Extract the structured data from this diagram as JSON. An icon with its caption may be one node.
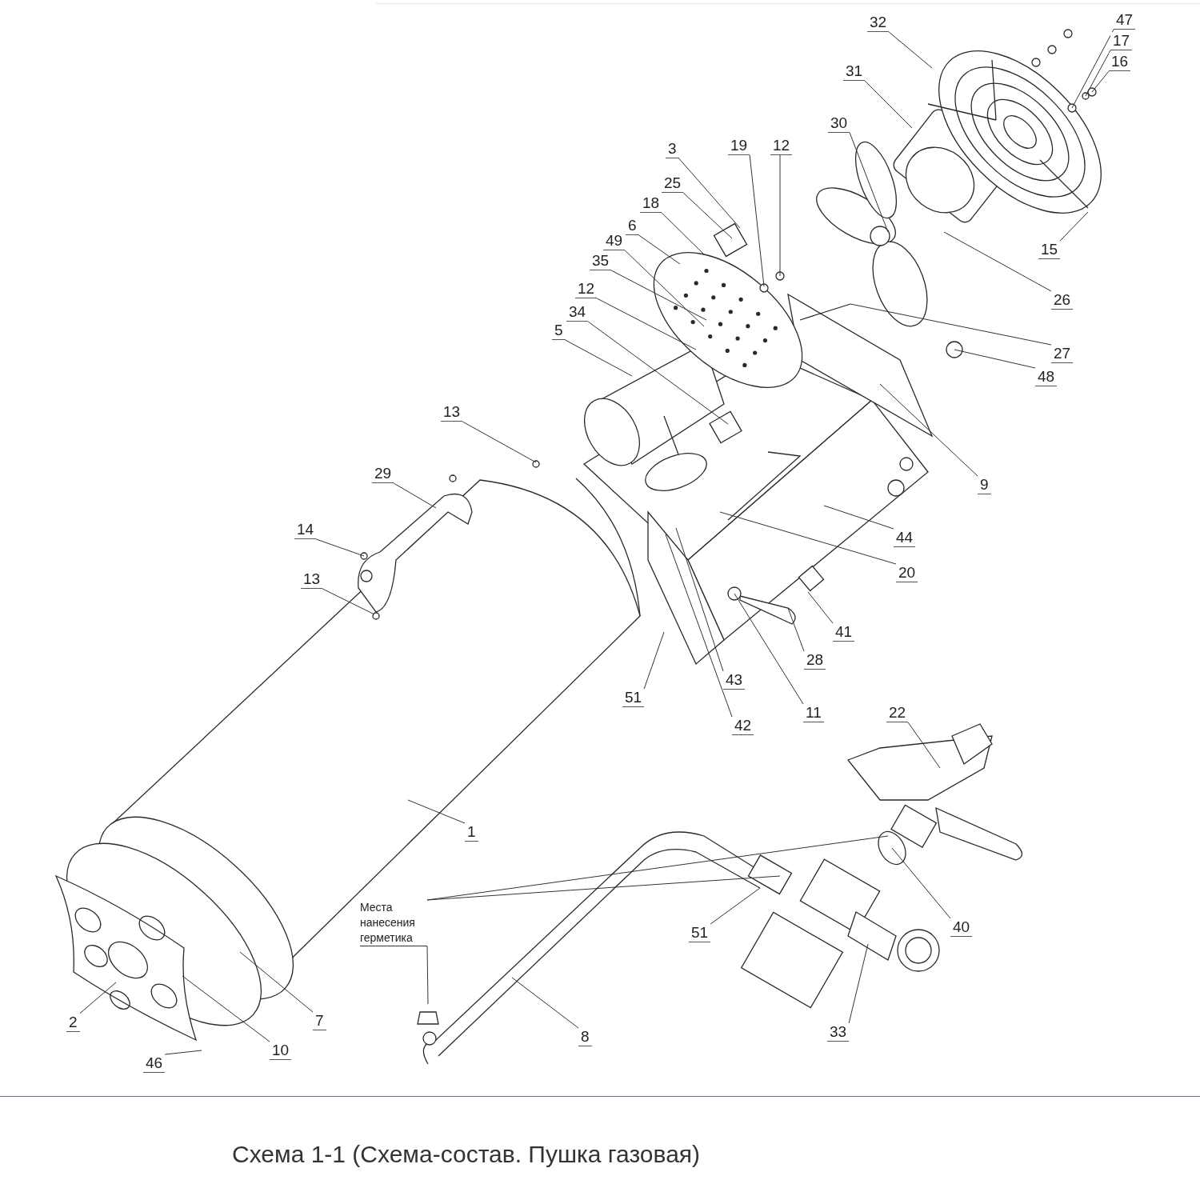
{
  "diagram": {
    "caption": "Схема 1-1 (Схема-состав. Пушка газовая)",
    "nodes": [
      {
        "text": [
          "32"
        ]
      },
      {
        "text": [
          "47"
        ]
      },
      {
        "text": [
          "31"
        ]
      },
      {
        "text": [
          "17"
        ]
      },
      {
        "text": [
          "16"
        ]
      },
      {
        "text": [
          "30"
        ]
      },
      {
        "text": [
          "3"
        ]
      },
      {
        "text": [
          "19"
        ]
      },
      {
        "text": [
          "12"
        ]
      },
      {
        "text": [
          "25"
        ]
      },
      {
        "text": [
          "18"
        ]
      },
      {
        "text": [
          "6"
        ]
      },
      {
        "text": [
          "49"
        ]
      },
      {
        "text": [
          "15"
        ]
      },
      {
        "text": [
          "35"
        ]
      },
      {
        "text": [
          "12"
        ]
      },
      {
        "text": [
          "26"
        ]
      },
      {
        "text": [
          "34"
        ]
      },
      {
        "text": [
          "5"
        ]
      },
      {
        "text": [
          "27"
        ]
      },
      {
        "text": [
          "48"
        ]
      },
      {
        "text": [
          "13"
        ]
      },
      {
        "text": [
          "29"
        ]
      },
      {
        "text": [
          "9"
        ]
      },
      {
        "text": [
          "14"
        ]
      },
      {
        "text": [
          "44"
        ]
      },
      {
        "text": [
          "20"
        ]
      },
      {
        "text": [
          "13"
        ]
      },
      {
        "text": [
          "41"
        ]
      },
      {
        "text": [
          "28"
        ]
      },
      {
        "text": [
          "43"
        ]
      },
      {
        "text": [
          "51"
        ]
      },
      {
        "text": [
          "11"
        ]
      },
      {
        "text": [
          "22"
        ]
      },
      {
        "text": [
          "42"
        ]
      },
      {
        "text": [
          "1"
        ]
      },
      {
        "text": [
          "Места нанесения герметика"
        ]
      },
      {
        "text": [
          "51"
        ]
      },
      {
        "text": [
          "40"
        ]
      },
      {
        "text": [
          "33"
        ]
      },
      {
        "text": [
          "7"
        ]
      },
      {
        "text": [
          "2"
        ]
      },
      {
        "text": [
          "8"
        ]
      },
      {
        "text": [
          "10"
        ]
      },
      {
        "text": [
          "46"
        ]
      }
    ],
    "edges": [
      {
        "from": 0,
        "to": null,
        "arrow": "none"
      },
      {
        "from": 1,
        "to": null,
        "arrow": "none"
      },
      {
        "from": 2,
        "to": null,
        "arrow": "none"
      },
      {
        "from": 3,
        "to": null,
        "arrow": "none"
      },
      {
        "from": 4,
        "to": null,
        "arrow": "none"
      },
      {
        "from": 5,
        "to": null,
        "arrow": "none"
      },
      {
        "from": 6,
        "to": null,
        "arrow": "none"
      },
      {
        "from": 7,
        "to": null,
        "arrow": "none"
      },
      {
        "from": 8,
        "to": null,
        "arrow": "none"
      },
      {
        "from": 9,
        "to": null,
        "arrow": "none"
      },
      {
        "from": 10,
        "to": null,
        "arrow": "none"
      },
      {
        "from": 11,
        "to": null,
        "arrow": "none"
      },
      {
        "from": 12,
        "to": null,
        "arrow": "none"
      },
      {
        "from": 13,
        "to": null,
        "arrow": "none"
      },
      {
        "from": 14,
        "to": null,
        "arrow": "none"
      },
      {
        "from": 15,
        "to": null,
        "arrow": "none"
      },
      {
        "from": 16,
        "to": null,
        "arrow": "none"
      },
      {
        "from": 17,
        "to": null,
        "arrow": "none"
      },
      {
        "from": 18,
        "to": null,
        "arrow": "none"
      },
      {
        "from": 19,
        "to": null,
        "arrow": "none"
      },
      {
        "from": 20,
        "to": null,
        "arrow": "none"
      },
      {
        "from": 21,
        "to": null,
        "arrow": "none"
      },
      {
        "from": 22,
        "to": null,
        "arrow": "none"
      },
      {
        "from": 23,
        "to": null,
        "arrow": "none"
      },
      {
        "from": 24,
        "to": null,
        "arrow": "none"
      },
      {
        "from": 25,
        "to": null,
        "arrow": "none"
      },
      {
        "from": 26,
        "to": null,
        "arrow": "none"
      },
      {
        "from": 27,
        "to": null,
        "arrow": "none"
      },
      {
        "from": 28,
        "to": null,
        "arrow": "none"
      },
      {
        "from": 29,
        "to": null,
        "arrow": "none"
      },
      {
        "from": 30,
        "to": null,
        "arrow": "none"
      },
      {
        "from": 31,
        "to": null,
        "arrow": "none"
      },
      {
        "from": 32,
        "to": null,
        "arrow": "none"
      },
      {
        "from": 33,
        "to": null,
        "arrow": "none"
      },
      {
        "from": 34,
        "to": null,
        "arrow": "none"
      },
      {
        "from": 35,
        "to": null,
        "arrow": "none"
      },
      {
        "from": 36,
        "to": null,
        "arrow": "none"
      },
      {
        "from": 36,
        "to": null,
        "arrow": "none"
      },
      {
        "from": 36,
        "to": null,
        "arrow": "none"
      },
      {
        "from": 37,
        "to": null,
        "arrow": "none"
      },
      {
        "from": 38,
        "to": null,
        "arrow": "none"
      },
      {
        "from": 39,
        "to": null,
        "arrow": "none"
      },
      {
        "from": 40,
        "to": null,
        "arrow": "none"
      },
      {
        "from": 41,
        "to": null,
        "arrow": "none"
      },
      {
        "from": 42,
        "to": null,
        "arrow": "none"
      },
      {
        "from": 43,
        "to": null,
        "arrow": "none"
      },
      {
        "from": 44,
        "to": null,
        "arrow": "none"
      }
    ]
  }
}
